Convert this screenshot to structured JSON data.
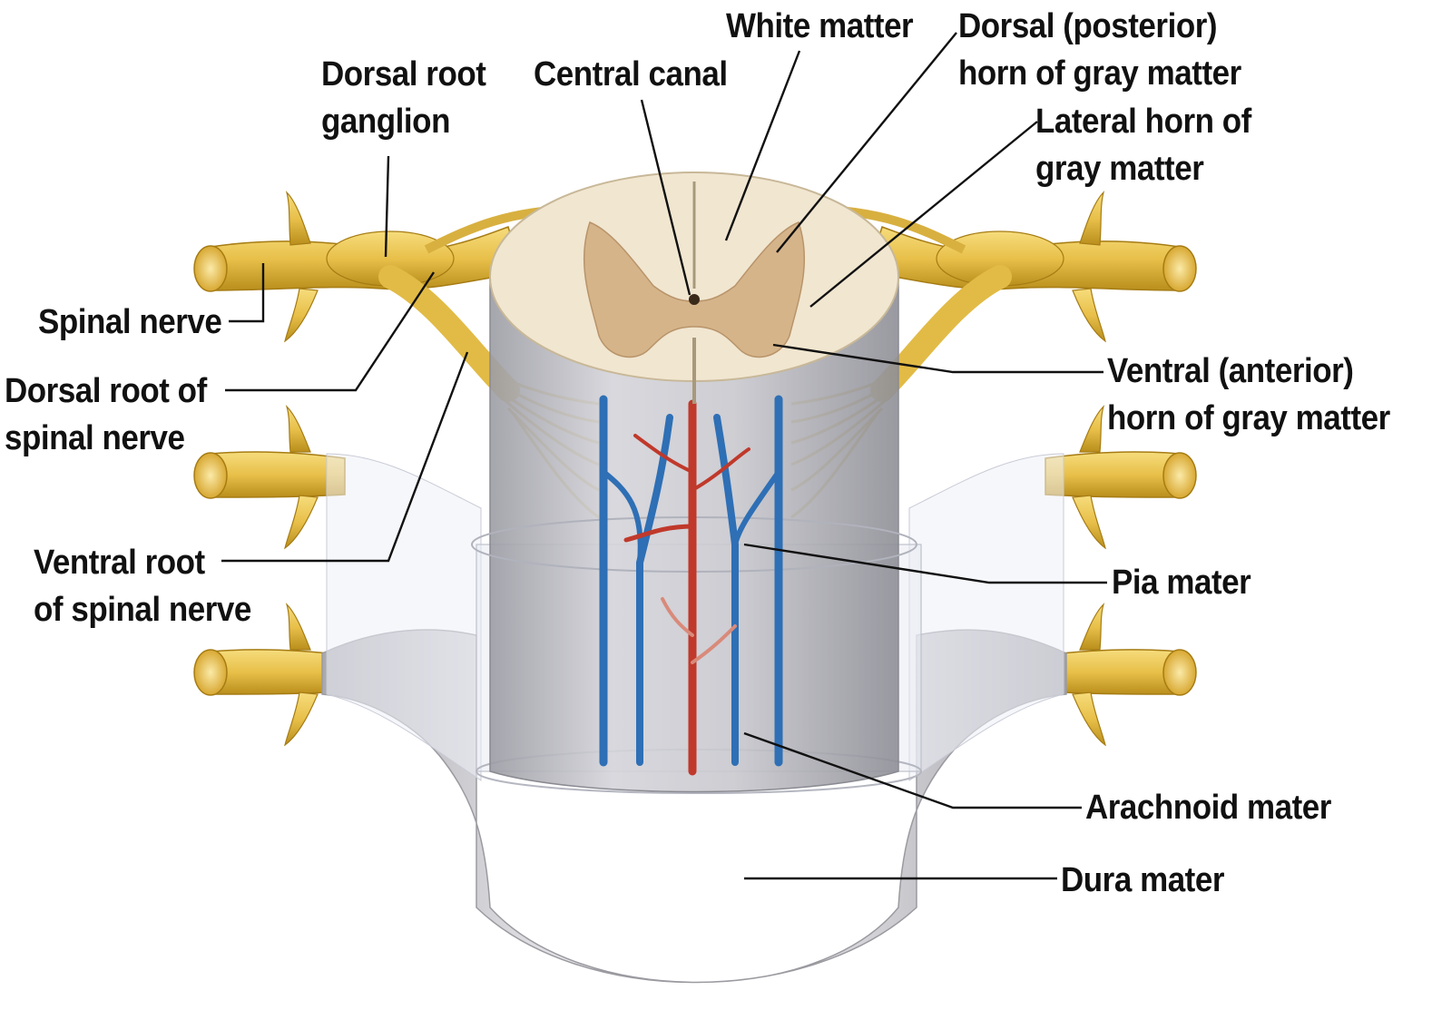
{
  "labels": {
    "dorsal_root_ganglion": [
      "Dorsal root",
      "ganglion"
    ],
    "central_canal": [
      "Central canal"
    ],
    "white_matter": [
      "White matter"
    ],
    "dorsal_horn": [
      "Dorsal (posterior)",
      "horn of gray matter"
    ],
    "lateral_horn": [
      "Lateral horn of",
      "gray matter"
    ],
    "spinal_nerve": [
      "Spinal nerve"
    ],
    "dorsal_root": [
      "Dorsal root of",
      "spinal nerve"
    ],
    "ventral_horn": [
      "Ventral (anterior)",
      "horn of gray matter"
    ],
    "ventral_root": [
      "Ventral root",
      "of spinal nerve"
    ],
    "pia_mater": [
      "Pia mater"
    ],
    "arachnoid_mater": [
      "Arachnoid mater"
    ],
    "dura_mater": [
      "Dura mater"
    ]
  },
  "colors": {
    "nerve": "#e8c04a",
    "nerve_dark": "#b98e1c",
    "white_matter": "#f1e6d0",
    "gray_matter": "#d6b48a",
    "pia": "#c8c8cc",
    "dura": "#d4d4d8",
    "artery": "#c0392b",
    "vein": "#2e6fb5"
  }
}
